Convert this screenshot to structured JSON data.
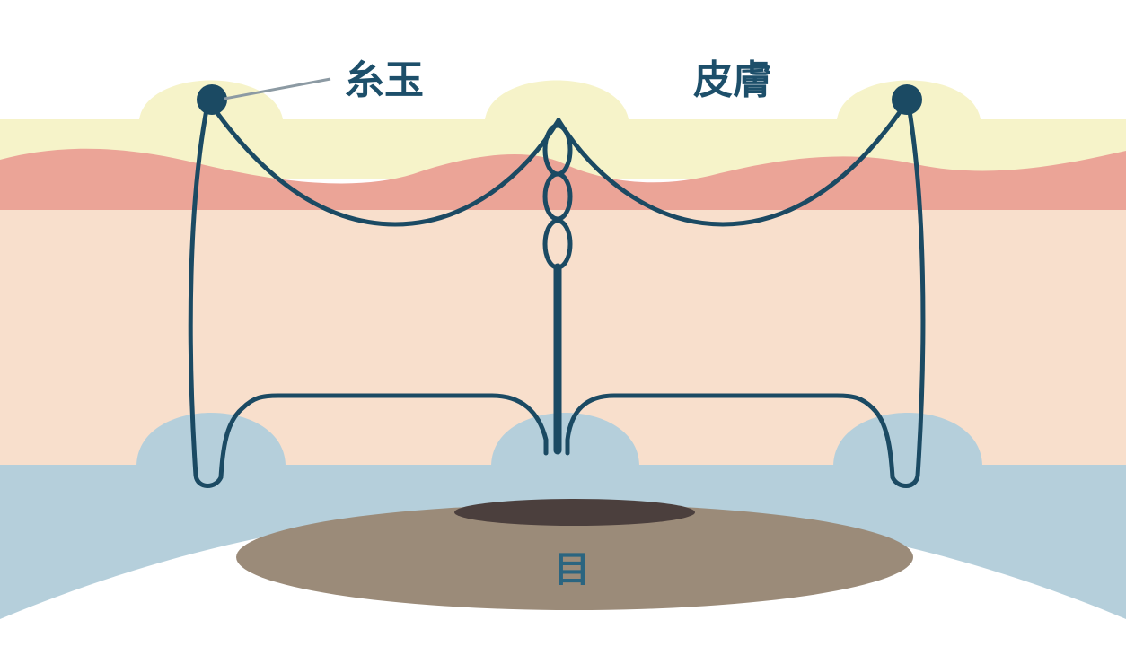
{
  "labels": {
    "thread_knot": "糸玉",
    "skin": "皮膚",
    "eye": "目"
  },
  "colors": {
    "skin_surface": "#f6f3c9",
    "skin_layer_red": "#eba497",
    "skin_dermis": "#f8dfcc",
    "conjunctiva": "#b5cfdb",
    "eyeball_brown": "#9b8b79",
    "pupil": "#4b3f3d",
    "thread": "#1b4a63",
    "leader_line": "#8c9aa3"
  }
}
